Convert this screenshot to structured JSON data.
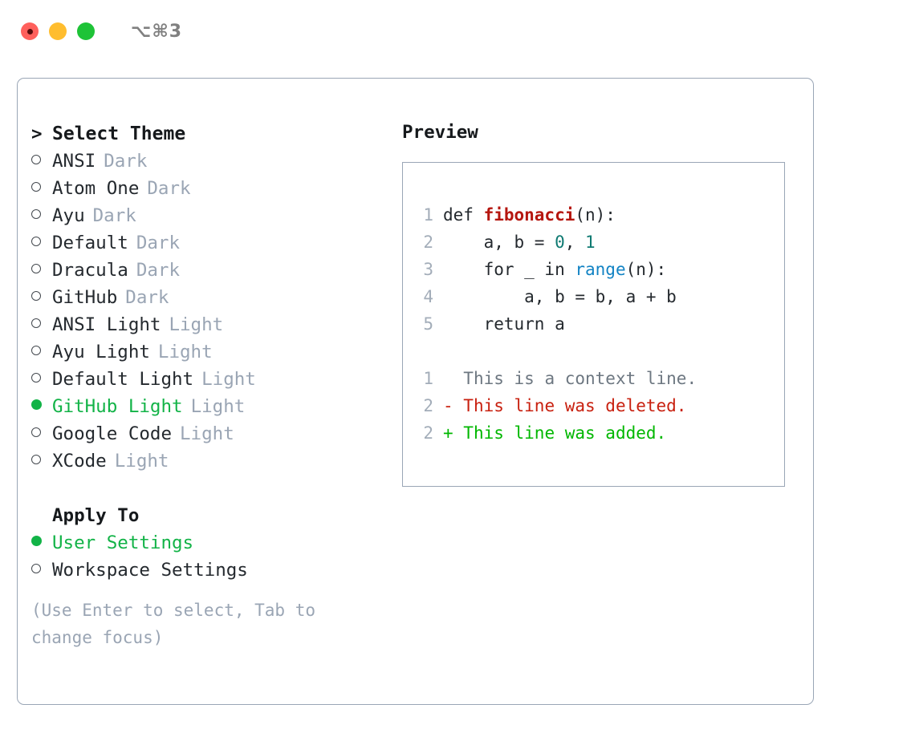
{
  "titlebar": {
    "shortcut": "⌥⌘3",
    "buttons": {
      "close": "close",
      "minimize": "minimize",
      "maximize": "maximize"
    }
  },
  "theme_picker": {
    "caret": ">",
    "title": "Select Theme",
    "bullet_hollow": "○",
    "bullet_filled": "●",
    "items": [
      {
        "name": "ANSI",
        "variant": "Dark",
        "selected": false
      },
      {
        "name": "Atom One",
        "variant": "Dark",
        "selected": false
      },
      {
        "name": "Ayu",
        "variant": "Dark",
        "selected": false
      },
      {
        "name": "Default",
        "variant": "Dark",
        "selected": false
      },
      {
        "name": "Dracula",
        "variant": "Dark",
        "selected": false
      },
      {
        "name": "GitHub",
        "variant": "Dark",
        "selected": false
      },
      {
        "name": "ANSI Light",
        "variant": "Light",
        "selected": false
      },
      {
        "name": "Ayu Light",
        "variant": "Light",
        "selected": false
      },
      {
        "name": "Default Light",
        "variant": "Light",
        "selected": false
      },
      {
        "name": "GitHub Light",
        "variant": "Light",
        "selected": true
      },
      {
        "name": "Google Code",
        "variant": "Light",
        "selected": false
      },
      {
        "name": "XCode",
        "variant": "Light",
        "selected": false
      }
    ]
  },
  "apply_to": {
    "heading": "Apply To",
    "options": [
      {
        "label": "User Settings",
        "selected": true
      },
      {
        "label": "Workspace Settings",
        "selected": false
      }
    ]
  },
  "hint": "(Use Enter to select, Tab to change focus)",
  "preview": {
    "title": "Preview",
    "code_lines": [
      {
        "no": "1",
        "indent": "",
        "tokens": [
          {
            "t": "def ",
            "c": "plain"
          },
          {
            "t": "fibonacci",
            "c": "fn"
          },
          {
            "t": "(n):",
            "c": "plain"
          }
        ]
      },
      {
        "no": "2",
        "indent": "    ",
        "tokens": [
          {
            "t": "a, b = ",
            "c": "plain"
          },
          {
            "t": "0",
            "c": "num"
          },
          {
            "t": ", ",
            "c": "plain"
          },
          {
            "t": "1",
            "c": "num"
          }
        ]
      },
      {
        "no": "3",
        "indent": "    ",
        "tokens": [
          {
            "t": "for _ in ",
            "c": "plain"
          },
          {
            "t": "range",
            "c": "call"
          },
          {
            "t": "(n):",
            "c": "plain"
          }
        ]
      },
      {
        "no": "4",
        "indent": "        ",
        "tokens": [
          {
            "t": "a, b = b, a + b",
            "c": "plain"
          }
        ]
      },
      {
        "no": "5",
        "indent": "    ",
        "tokens": [
          {
            "t": "return a",
            "c": "plain"
          }
        ]
      }
    ],
    "diff_lines": [
      {
        "no": "1",
        "sign": " ",
        "text": " This is a context line.",
        "kind": "ctx"
      },
      {
        "no": "2",
        "sign": "-",
        "text": " This line was deleted.",
        "kind": "del"
      },
      {
        "no": "2",
        "sign": "+",
        "text": " This line was added.",
        "kind": "add"
      }
    ]
  },
  "colors": {
    "accent_green": "#12b347",
    "diff_add": "#00b700",
    "diff_delete": "#c8200f",
    "muted": "#9aa5b4",
    "border": "#9aa6b6",
    "fn_red": "#b5160f",
    "num_teal": "#0f7a72",
    "call_blue": "#1283c4",
    "text": "#24292e"
  }
}
